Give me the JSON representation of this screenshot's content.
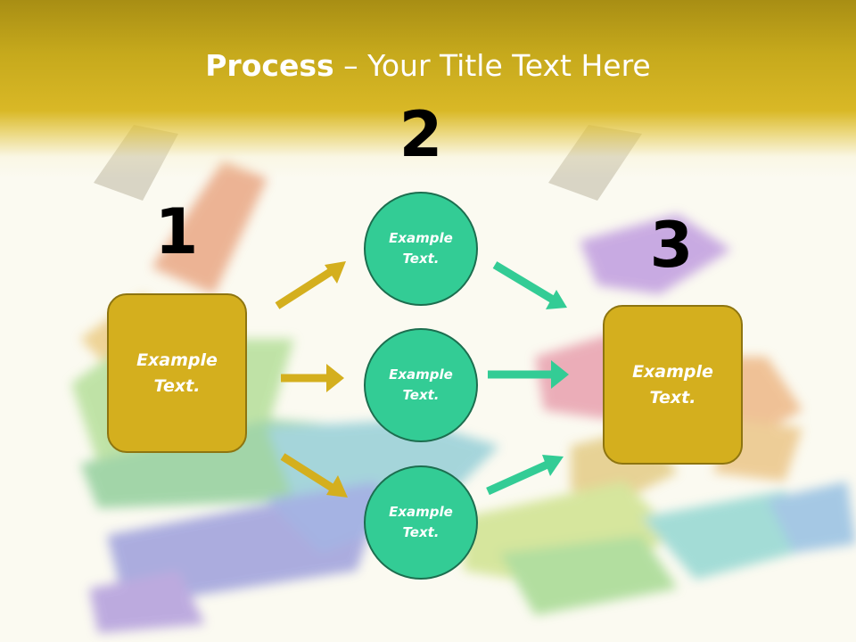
{
  "title": {
    "bold": "Process",
    "rest": " – Your Title Text Here"
  },
  "steps": [
    {
      "number": "1",
      "text": "Example\nText."
    },
    {
      "number": "2",
      "items": [
        "Example\nText.",
        "Example\nText.",
        "Example\nText."
      ]
    },
    {
      "number": "3",
      "text": "Example\nText."
    }
  ],
  "colors": {
    "header": "#d9b826",
    "box_fill": "#d4af1e",
    "circle_fill": "#33cc95",
    "arrow_gold": "#d4af1e",
    "arrow_green": "#33cc95"
  },
  "background": "eyeshadow-powder-photo"
}
